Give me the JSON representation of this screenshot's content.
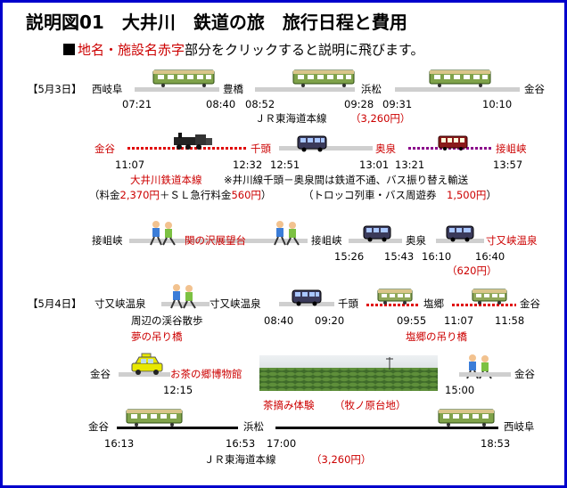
{
  "title": "説明図01　大井川　鉄道の旅　旅行日程と費用",
  "subtitle": "地名・施設名赤字部分をクリックすると説明に飛びます。",
  "subtitle_red": "地名・施設名赤字",
  "subtitle_rest": "部分をクリックすると説明に飛びます。",
  "day1": {
    "label": "【5月3日】",
    "row1": {
      "stations": [
        "西岐阜",
        "豊橋",
        "浜松",
        "金谷"
      ],
      "times": [
        "07:21",
        "08:40",
        "08:52",
        "09:28",
        "09:31",
        "10:10"
      ],
      "line": "ＪＲ東海道本線",
      "fare": "（3,260円）"
    },
    "row2": {
      "stations": [
        "金谷",
        "千頭",
        "奥泉",
        "接岨峡"
      ],
      "times": [
        "11:07",
        "12:32",
        "12:51",
        "13:01",
        "13:21",
        "13:57"
      ],
      "line": "大井川鉄道本線",
      "note": "※井川線千頭－奥泉間は鉄道不通、バス振り替え輸送",
      "fare_a": "（料金",
      "fare_b": "2,370円",
      "fare_c": "＋ＳＬ急行料金",
      "fare_d": "560円",
      "fare_e": "）",
      "pass_a": "（トロッコ列車・バス周遊券　",
      "pass_b": "1,500円",
      "pass_c": "）"
    },
    "row3": {
      "stations": [
        "接岨峡",
        "関の沢展望台",
        "接岨峡",
        "奥泉",
        "寸又峡温泉"
      ],
      "times": [
        "15:26",
        "15:43",
        "16:10",
        "16:40"
      ],
      "fare": "（620円）"
    }
  },
  "day2": {
    "label": "【5月4日】",
    "row1": {
      "stations": [
        "寸又峡温泉",
        "寸又峡温泉",
        "千頭",
        "塩郷",
        "金谷"
      ],
      "walk": "周辺の渓谷散歩",
      "spot1": "夢の吊り橋",
      "spot2": "塩郷の吊り橋",
      "times": [
        "08:40",
        "09:20",
        "09:55",
        "11:07",
        "11:58"
      ]
    },
    "row2": {
      "stations": [
        "金谷",
        "お茶の郷博物館",
        "金谷"
      ],
      "times": [
        "12:15",
        "15:00"
      ],
      "tea": "茶摘み体験",
      "tea_place": "（牧ノ原台地）"
    },
    "row3": {
      "stations": [
        "金谷",
        "浜松",
        "西岐阜"
      ],
      "times": [
        "16:13",
        "16:53",
        "17:00",
        "18:53"
      ],
      "line": "ＪＲ東海道本線",
      "fare": "（3,260円）"
    }
  },
  "colors": {
    "border": "#0000cc",
    "link": "#cc0000",
    "rail": "#000000",
    "oigawa": "#e00000",
    "ikawa": "#8a008a"
  }
}
